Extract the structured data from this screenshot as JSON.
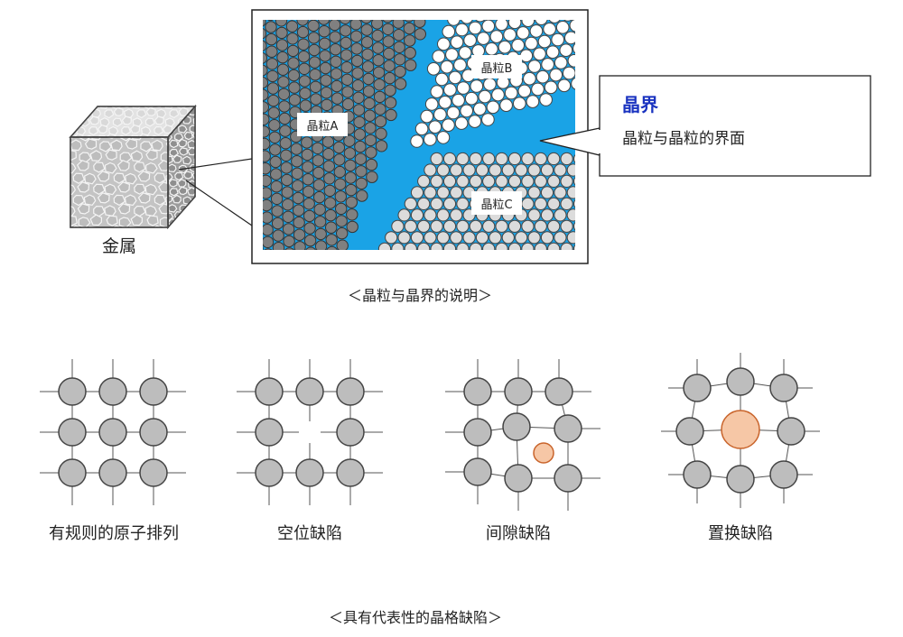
{
  "top": {
    "metal_label": "金属",
    "grain_labels": {
      "a": "晶粒A",
      "b": "晶粒B",
      "c": "晶粒C"
    },
    "callout": {
      "title": "晶界",
      "description": "晶粒与晶粒的界面"
    },
    "caption": "＜晶粒与晶界的说明＞"
  },
  "bottom": {
    "panels": [
      {
        "id": "regular",
        "label": "有规则的原子排列"
      },
      {
        "id": "vacancy",
        "label": "空位缺陷"
      },
      {
        "id": "interstitial",
        "label": "间隙缺陷"
      },
      {
        "id": "substitutional",
        "label": "置换缺陷"
      }
    ],
    "caption": "＜具有代表性的晶格缺陷＞"
  },
  "colors": {
    "boundary": "#1aa3e6",
    "grain_a_atom": "#808080",
    "grain_b_atom": "#ffffff",
    "grain_c_atom": "#dcdcdc",
    "atom": "#bdbdbd",
    "defect_atom": "#f6c7a6",
    "defect_stroke": "#c9642b",
    "callout_title": "#1a33c0"
  }
}
